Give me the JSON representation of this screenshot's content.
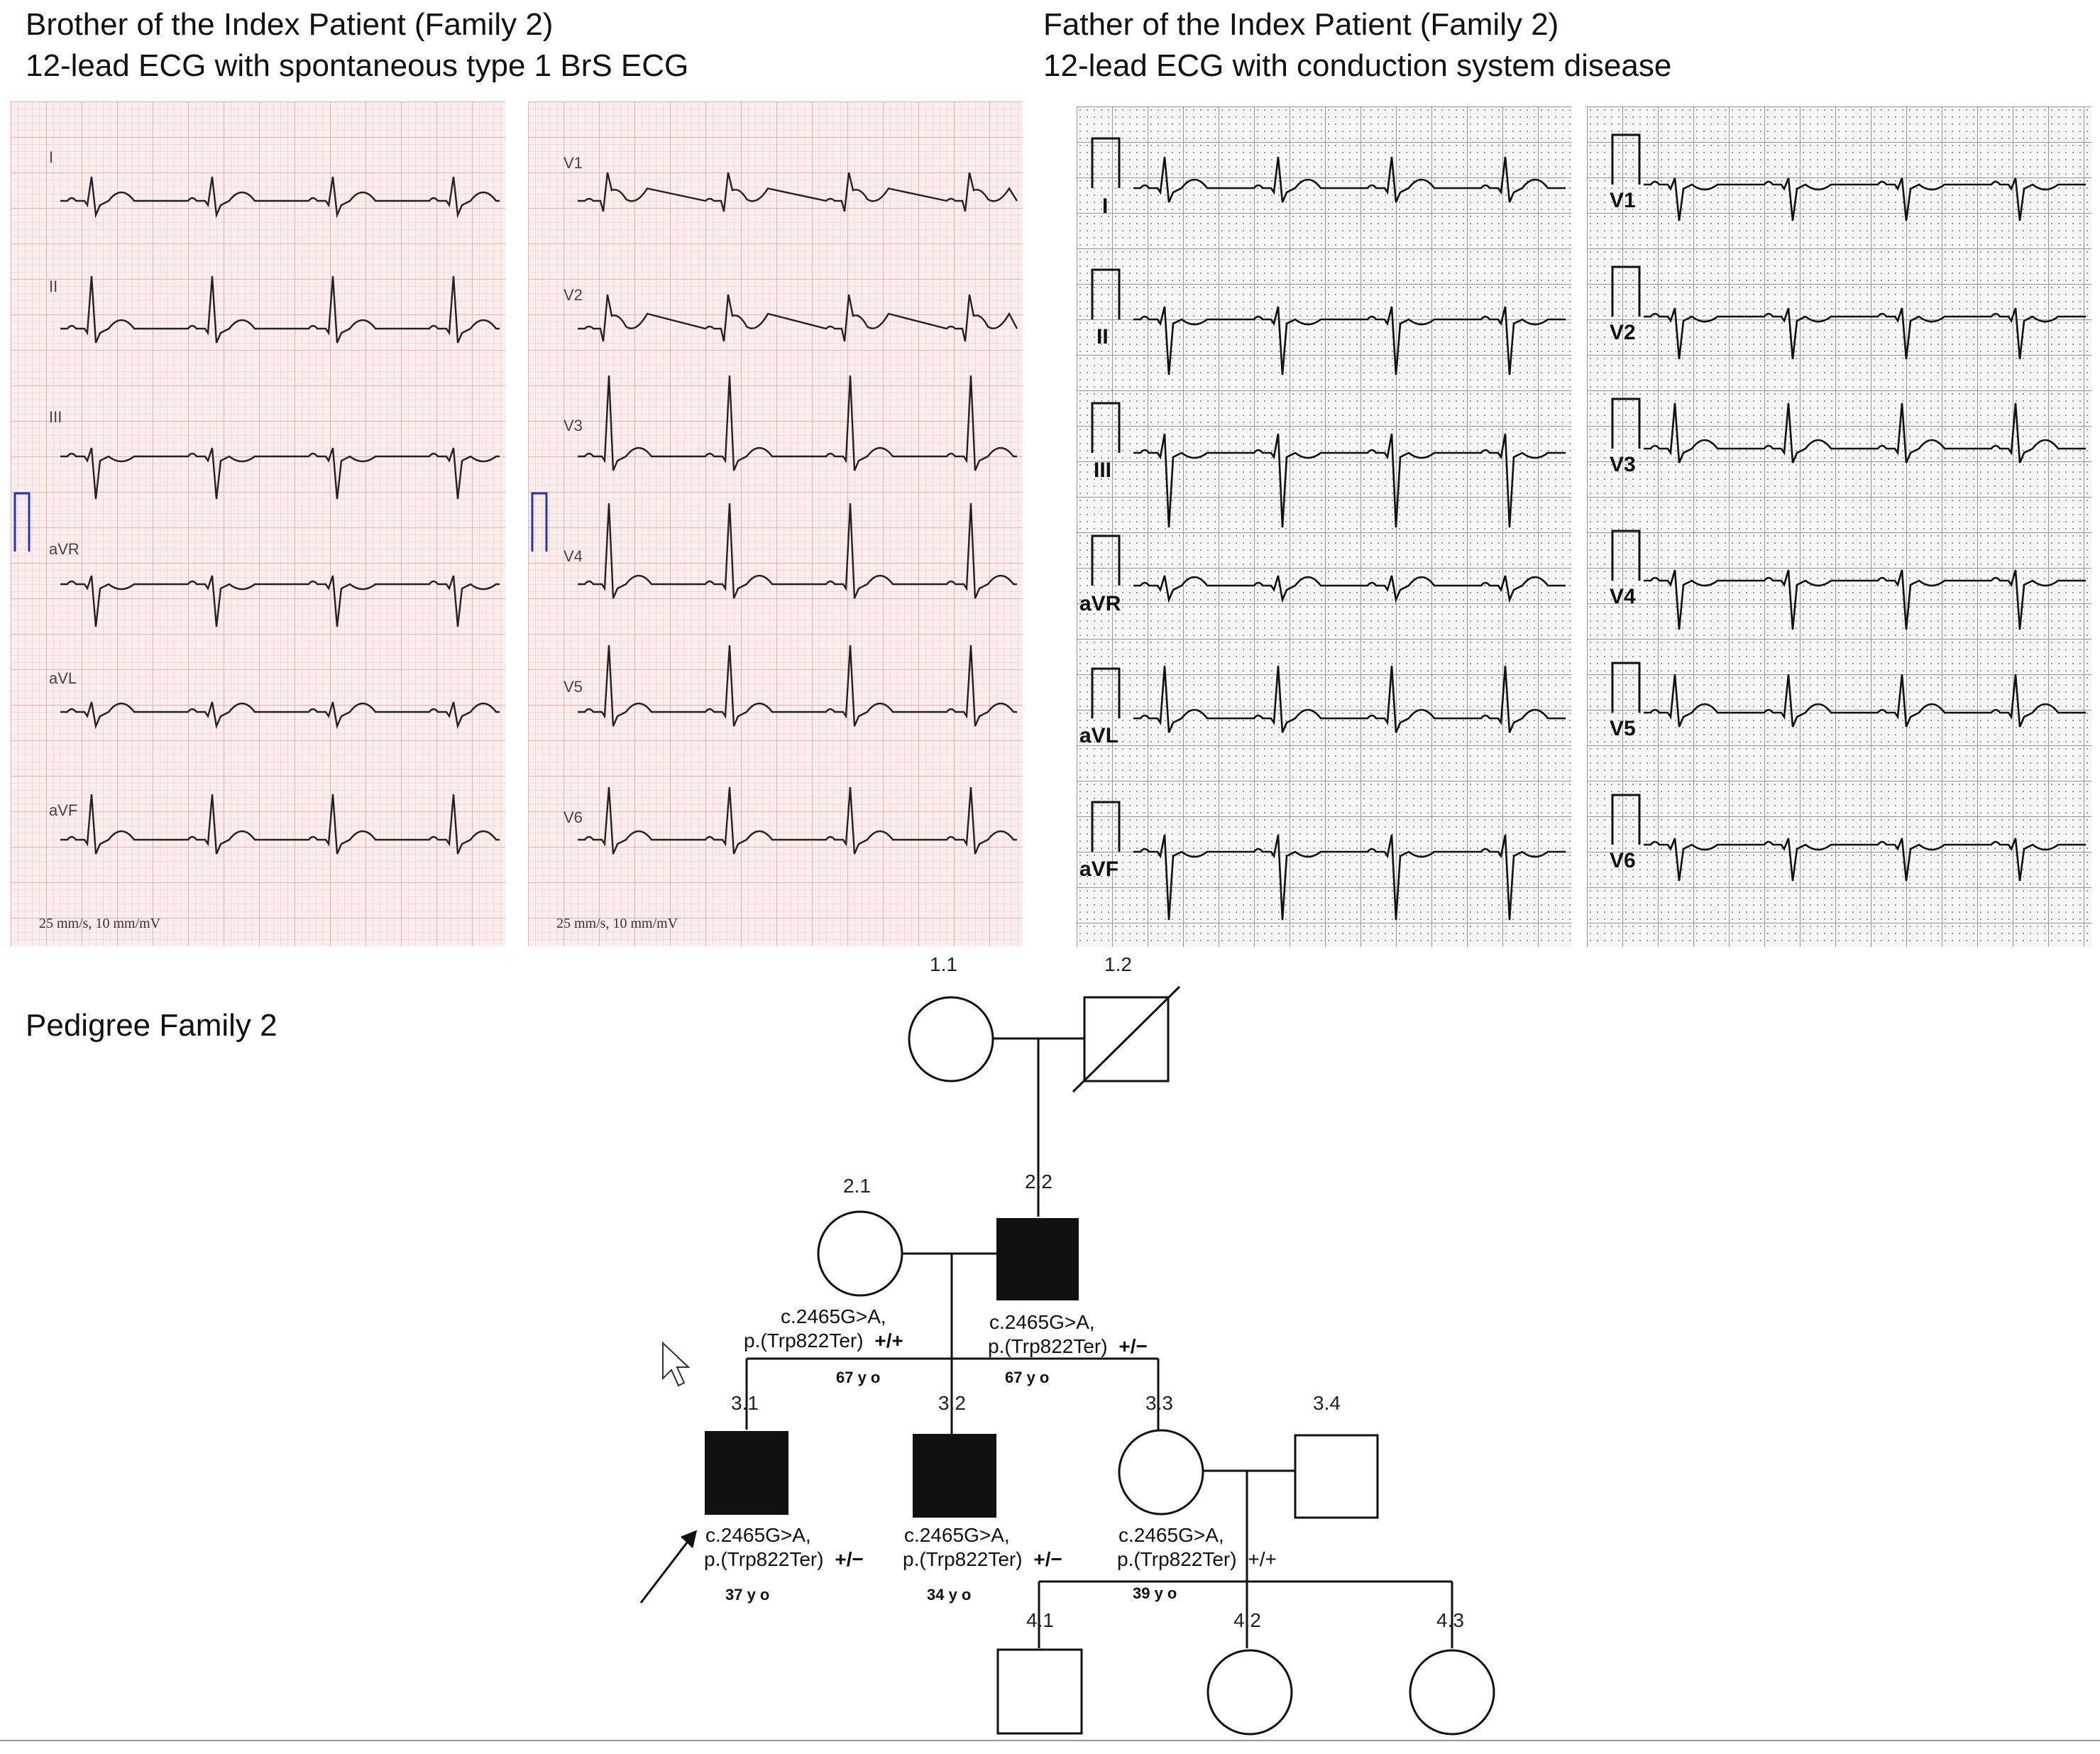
{
  "headers": {
    "left_line1": "Brother of the Index Patient (Family 2)",
    "left_line2": "12-lead ECG with spontaneous type 1 BrS ECG",
    "right_line1": "Father of the Index Patient (Family 2)",
    "right_line2": "12-lead ECG with conduction system disease",
    "pedigree_title": "Pedigree Family 2"
  },
  "ecg_brother": {
    "panel1": {
      "leads": [
        "I",
        "II",
        "III",
        "aVR",
        "aVL",
        "aVF"
      ],
      "speed": "25 mm/s, 10 mm/mV"
    },
    "panel2": {
      "leads": [
        "V1",
        "V2",
        "V3",
        "V4",
        "V5",
        "V6"
      ],
      "speed": "25 mm/s, 10 mm/mV"
    }
  },
  "ecg_father": {
    "panel1": {
      "leads": [
        "I",
        "II",
        "III",
        "aVR",
        "aVL",
        "aVF"
      ]
    },
    "panel2": {
      "leads": [
        "V1",
        "V2",
        "V3",
        "V4",
        "V5",
        "V6"
      ]
    }
  },
  "pedigree": {
    "individuals": {
      "1_1": {
        "id": "1.1"
      },
      "1_2": {
        "id": "1.2"
      },
      "2_1": {
        "id": "2.1",
        "variant1": "c.2465G>A,",
        "variant2": "p.(Trp822Ter)",
        "zyg": "+/+",
        "age": "67 y o"
      },
      "2_2": {
        "id": "2.2",
        "variant1": "c.2465G>A,",
        "variant2": "p.(Trp822Ter)",
        "zyg": "+/−",
        "age": "67 y o"
      },
      "3_1": {
        "id": "3.1",
        "variant1": "c.2465G>A,",
        "variant2": "p.(Trp822Ter)",
        "zyg": "+/−",
        "age": "37 y o"
      },
      "3_2": {
        "id": "3.2",
        "variant1": "c.2465G>A,",
        "variant2": "p.(Trp822Ter)",
        "zyg": "+/−",
        "age": "34 y o"
      },
      "3_3": {
        "id": "3.3",
        "variant1": "c.2465G>A,",
        "variant2": "p.(Trp822Ter)",
        "zyg": "+/+",
        "age": "39 y o"
      },
      "3_4": {
        "id": "3.4"
      },
      "4_1": {
        "id": "4.1"
      },
      "4_2": {
        "id": "4.2"
      },
      "4_3": {
        "id": "4.3"
      }
    }
  }
}
